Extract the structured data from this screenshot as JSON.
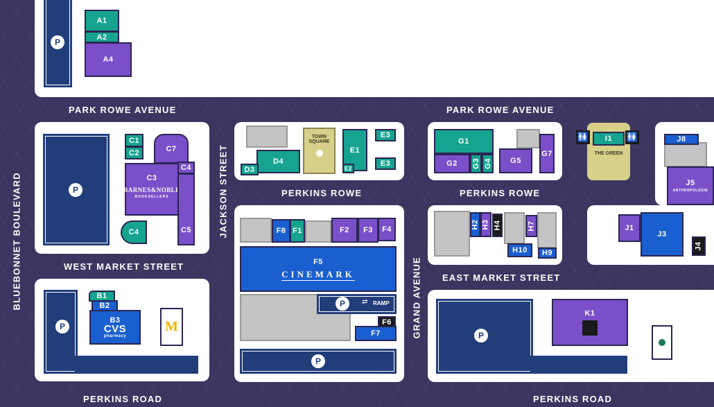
{
  "streets": {
    "park_rowe_left": "PARK ROWE AVENUE",
    "park_rowe_right": "PARK ROWE AVENUE",
    "jackson": "JACKSON STREET",
    "bluebonnet": "BLUEBONNET BOULEVARD",
    "perkins_rowe_1": "PERKINS ROWE",
    "perkins_rowe_2": "PERKINS ROWE",
    "west_market": "WEST MARKET STREET",
    "east_market": "EAST MARKET STREET",
    "grand": "GRAND AVENUE",
    "perkins_road_left": "PERKINS ROAD",
    "perkins_road_right": "PERKINS ROAD"
  },
  "units": {
    "a1": "A1",
    "a2": "A2",
    "a4": "A4",
    "c1": "C1",
    "c2": "C2",
    "c3": "C3",
    "c4a": "C4",
    "c4b": "C4",
    "c5": "C5",
    "c7": "C7",
    "d3": "D3",
    "d4": "D4",
    "e1": "E1",
    "e2": "E2",
    "e3a": "E3",
    "e3b": "E3",
    "g1": "G1",
    "g2": "G2",
    "g3": "G3",
    "g4": "G4",
    "g5": "G5",
    "g7": "G7",
    "i1": "I1",
    "j1": "J1",
    "j3": "J3",
    "j4": "J4",
    "j5": "J5",
    "j8": "J8",
    "f1": "F1",
    "f2": "F2",
    "f3": "F3",
    "f4": "F4",
    "f5": "F5",
    "f6": "F6",
    "f7": "F7",
    "f8": "F8",
    "h2": "H2",
    "h3": "H3",
    "h4": "H4",
    "h7": "H7",
    "h9": "H9",
    "h10": "H10",
    "b1": "B1",
    "b2": "B2",
    "b3": "B3",
    "k1": "K1"
  },
  "labels": {
    "town_square": "TOWN SQUARE",
    "the_green": "THE GREEN",
    "barnes_noble": "BARNES&NOBLE",
    "booksellers": "BOOKSELLERS",
    "cinemark": "CINEMARK",
    "cvs": "CVS",
    "pharmacy": "pharmacy",
    "anthropologie": "ANTHROPOLOGIE",
    "ramp": "RAMP",
    "parking": "P",
    "mcdonalds": "M"
  },
  "icons": {
    "parking": "parking-icon",
    "restroom": "restroom-icon",
    "ramp": "ramp-arrows-icon"
  },
  "colors": {
    "background": "#3c3560",
    "purple": "#7a4fc9",
    "teal": "#16a390",
    "blue": "#1a5fcf",
    "navy": "#213d7a",
    "olive": "#d6d089",
    "gray": "#c4c4c4"
  }
}
